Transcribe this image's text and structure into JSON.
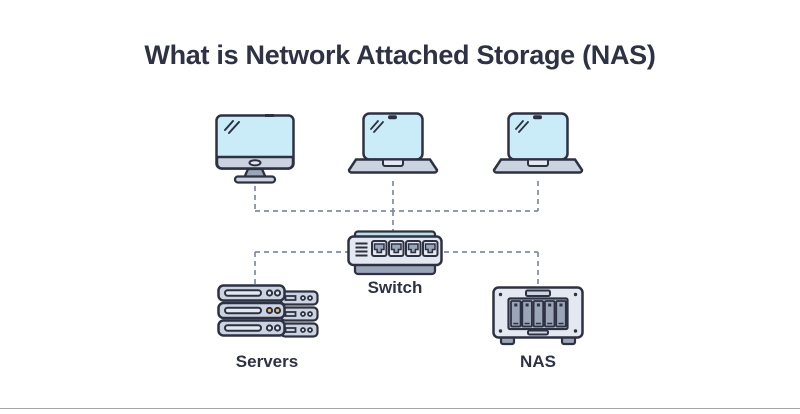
{
  "title": "What is Network Attached Storage (NAS)",
  "diagram": {
    "clients": [
      {
        "type": "desktop-computer",
        "icon": "desktop-computer-icon"
      },
      {
        "type": "laptop",
        "icon": "laptop-icon"
      },
      {
        "type": "laptop",
        "icon": "laptop-icon"
      }
    ],
    "switch": {
      "label": "Switch",
      "icon": "network-switch-icon",
      "ports": 4
    },
    "servers": {
      "label": "Servers",
      "icon": "server-stack-icon",
      "rack_units": 3
    },
    "nas": {
      "label": "NAS",
      "icon": "nas-device-icon",
      "drive_bays": 5
    },
    "connections": [
      "desktop-to-bus",
      "laptop1-to-bus",
      "laptop2-to-bus",
      "client-bus",
      "bus-to-switch",
      "storage-bus",
      "storage-bus-to-servers",
      "storage-bus-to-nas"
    ]
  },
  "colors": {
    "background": "#ffffff",
    "outline": "#2d3142",
    "screen": "#c9ecf8",
    "body_light": "#e4e8f0",
    "body_mid": "#ccd3e0",
    "body_dark": "#9aa5b8",
    "switch_tab": "#bcdfe6",
    "amber": "#f0b95a",
    "dash": "#7e8ca4",
    "text": "#2d3244",
    "divider": "#a6a6a6"
  }
}
